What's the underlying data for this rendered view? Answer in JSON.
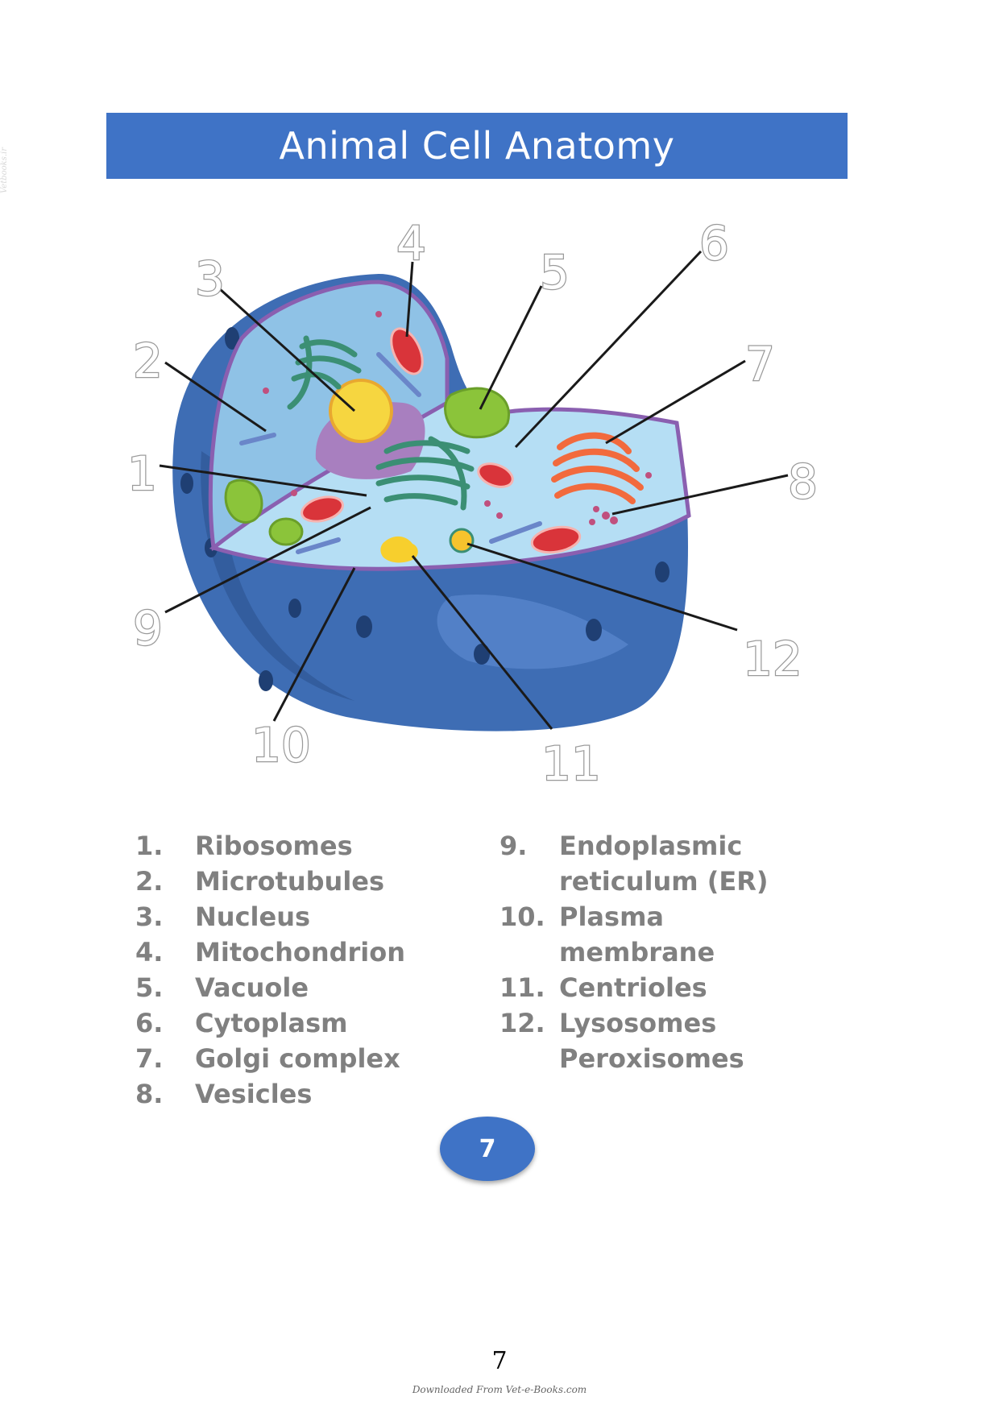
{
  "side_mark": "Vetbooks.ir",
  "title": "Animal Cell Anatomy",
  "diagram": {
    "labels": [
      "1",
      "2",
      "3",
      "4",
      "5",
      "6",
      "7",
      "8",
      "9",
      "10",
      "11",
      "12"
    ],
    "colors": {
      "outer": "#3e6db4",
      "outer_dark": "#2d548f",
      "interior": "#a9d7f2",
      "membrane_edge": "#8a5fb0",
      "nucleus_yellow": "#f6d640",
      "nucleus_body": "#a87fbf",
      "er_green": "#3b8f74",
      "golgi_orange": "#f26a3d",
      "mito_red": "#d9343a",
      "vacuole_green": "#8bc43a",
      "centriole_yellow": "#f7cf2d"
    }
  },
  "legend": {
    "left": [
      {
        "num": "1.",
        "name": "Ribosomes"
      },
      {
        "num": "2.",
        "name": "Microtubules"
      },
      {
        "num": "3.",
        "name": "Nucleus"
      },
      {
        "num": "4.",
        "name": "Mitochondrion"
      },
      {
        "num": "5.",
        "name": "Vacuole"
      },
      {
        "num": "6.",
        "name": "Cytoplasm"
      },
      {
        "num": "7.",
        "name": "Golgi complex"
      },
      {
        "num": "8.",
        "name": "Vesicles"
      }
    ],
    "right": [
      {
        "num": "9.",
        "name": "Endoplasmic reticulum (ER)"
      },
      {
        "num": "10.",
        "name": "Plasma membrane"
      },
      {
        "num": "11.",
        "name": "Centrioles"
      },
      {
        "num": "12.",
        "name": "Lysosomes Peroxisomes"
      }
    ]
  },
  "page_badge": "7",
  "page_number": "7",
  "footer": "Downloaded From Vet-e-Books.com"
}
